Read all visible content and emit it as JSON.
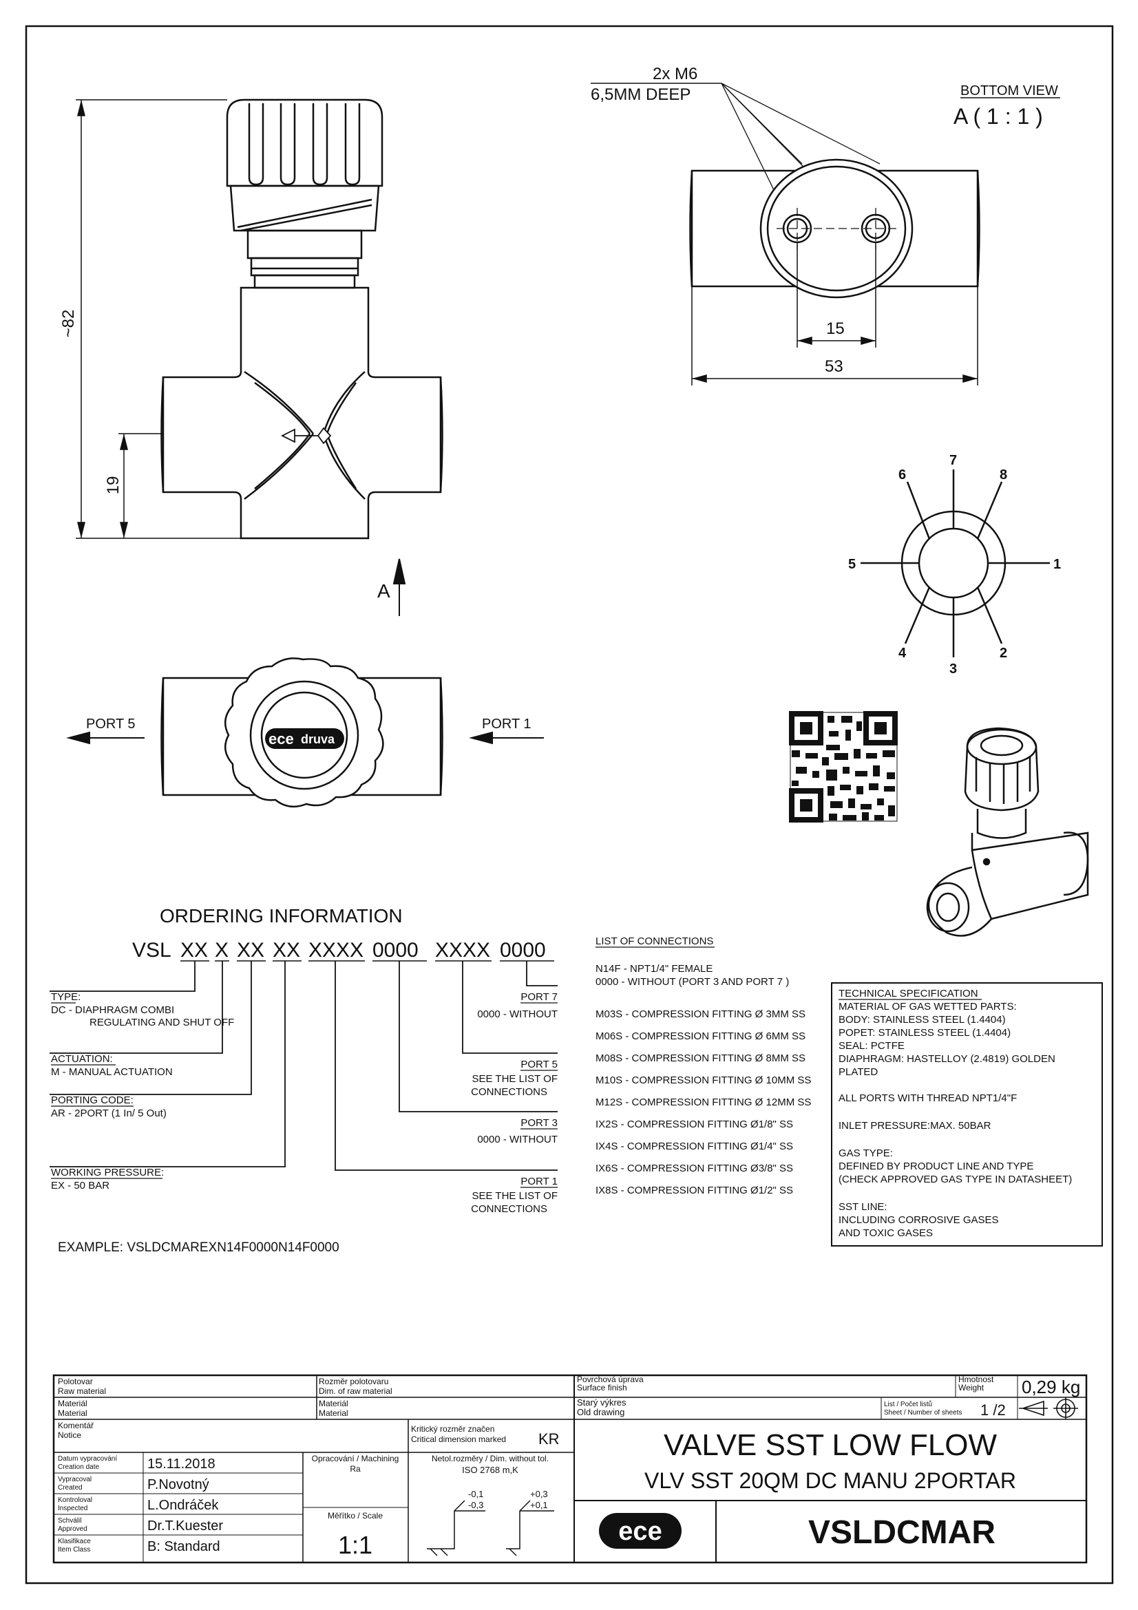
{
  "top_view": {
    "height_dim": "~82",
    "port_dim": "19",
    "view_arrow": "A"
  },
  "bottom_view": {
    "title": "BOTTOM VIEW",
    "scale": "A ( 1 : 1 )",
    "holes_label_1": "2x M6",
    "holes_label_2": "6,5MM DEEP",
    "dim_holes": "15",
    "dim_width": "53"
  },
  "port_diagram": {
    "ports": [
      "1",
      "2",
      "3",
      "4",
      "5",
      "6",
      "7",
      "8"
    ]
  },
  "front_view": {
    "port_left": "PORT 5",
    "port_right": "PORT 1",
    "logo_left": "ece",
    "logo_right": "druva"
  },
  "ordering": {
    "title": "ORDERING INFORMATION",
    "code_prefix": "VSL",
    "code_segments": [
      "XX",
      "X",
      "XX",
      "XX",
      "XXXX",
      "0000",
      "XXXX",
      "0000"
    ],
    "groups": [
      {
        "heading": "TYPE:",
        "lines": [
          "DC - DIAPHRAGM COMBI",
          "REGULATING AND SHUT OFF"
        ]
      },
      {
        "heading": "ACTUATION:",
        "lines": [
          "M - MANUAL ACTUATION"
        ]
      },
      {
        "heading": "PORTING CODE:",
        "lines": [
          "AR - 2PORT (1 In/ 5 Out)"
        ]
      },
      {
        "heading": "WORKING PRESSURE:",
        "lines": [
          "EX - 50 BAR"
        ]
      }
    ],
    "ports": [
      {
        "heading": "PORT 7",
        "lines": [
          "0000 - WITHOUT"
        ]
      },
      {
        "heading": "PORT 5",
        "lines": [
          "SEE THE LIST OF",
          "CONNECTIONS"
        ]
      },
      {
        "heading": "PORT 3",
        "lines": [
          "0000 - WITHOUT"
        ]
      },
      {
        "heading": "PORT 1",
        "lines": [
          "SEE THE LIST OF",
          "CONNECTIONS"
        ]
      }
    ],
    "example": "EXAMPLE: VSLDCMAREXN14F0000N14F0000"
  },
  "connections": {
    "title": "LIST OF CONNECTIONS",
    "items": [
      "N14F - NPT1/4\" FEMALE",
      "0000 - WITHOUT (PORT 3 AND PORT 7 )",
      "M03S - COMPRESSION FITTING Ø 3MM SS",
      "M06S - COMPRESSION FITTING Ø 6MM SS",
      "M08S - COMPRESSION FITTING Ø 8MM SS",
      "M10S - COMPRESSION FITTING Ø 10MM SS",
      "M12S - COMPRESSION FITTING Ø 12MM SS",
      "IX2S - COMPRESSION FITTING Ø1/8\" SS",
      "IX4S - COMPRESSION FITTING Ø1/4\" SS",
      "IX6S - COMPRESSION FITTING Ø3/8\" SS",
      "IX8S - COMPRESSION FITTING Ø1/2\" SS"
    ]
  },
  "tech_spec": {
    "title": "TECHNICAL SPECIFICATION",
    "lines": [
      "MATERIAL OF GAS WETTED PARTS:",
      "BODY: STAINLESS STEEL (1.4404)",
      "POPET: STAINLESS STEEL (1.4404)",
      "SEAL: PCTFE",
      "DIAPHRAGM: HASTELLOY (2.4819) GOLDEN",
      "PLATED",
      "",
      "ALL PORTS WITH THREAD NPT1/4\"F",
      "",
      "INLET PRESSURE:MAX. 50BAR",
      "",
      "GAS TYPE:",
      "DEFINED BY PRODUCT LINE AND TYPE",
      "(CHECK APPROVED GAS TYPE IN DATASHEET)",
      "",
      "SST LINE:",
      "INCLUDING CORROSIVE GASES",
      "AND TOXIC GASES"
    ]
  },
  "title_block": {
    "raw_material_cz": "Polotovar",
    "raw_material_en": "Raw material",
    "dim_raw_cz": "Rozměr polotovaru",
    "dim_raw_en": "Dim. of raw material",
    "material_cz": "Materiál",
    "material_en": "Material",
    "notice_cz": "Komentář",
    "notice_en": "Notice",
    "created_date_cz": "Datum vypracování",
    "created_date_en": "Creation date",
    "created_date": "15.11.2018",
    "created_cz": "Vypracoval",
    "created_en": "Created",
    "created_by": "P.Novotný",
    "inspected_cz": "Kontroloval",
    "inspected_en": "Inspected",
    "inspected_by": "L.Ondráček",
    "approved_cz": "Schválil",
    "approved_en": "Approved",
    "approved_by": "Dr.T.Kuester",
    "class_cz": "Klasifikace",
    "class_en": "Item Class",
    "item_class": "B: Standard",
    "machining_label": "Opracování / Machining",
    "machining_ra": "Ra",
    "scale_label": "Měřítko / Scale",
    "scale": "1:1",
    "critical_cz": "Kritický rozměr značen",
    "critical_en": "Critical dimension marked",
    "critical_mark": "KR",
    "tolerance_1": "Netol.rozměry / Dim. without tol.",
    "tolerance_2": "ISO 2768 m,K",
    "tol_neg_1": "-0,1",
    "tol_neg_2": "-0,3",
    "tol_pos_1": "+0,3",
    "tol_pos_2": "+0,1",
    "finish_cz": "Povrchová úprava",
    "finish_en": "Surface finish",
    "old_cz": "Starý výkres",
    "old_en": "Old drawing",
    "weight_cz": "Hmotnost",
    "weight_en": "Weight",
    "weight": "0,29 kg",
    "sheet_cz": "List / Počet listů",
    "sheet_en": "Sheet / Number of sheets",
    "sheet": "1 /2",
    "title_1": "VALVE SST LOW FLOW",
    "title_2": "VLV SST 20QM DC MANU 2PORTAR",
    "company": "ece",
    "part_number": "VSLDCMAR"
  }
}
